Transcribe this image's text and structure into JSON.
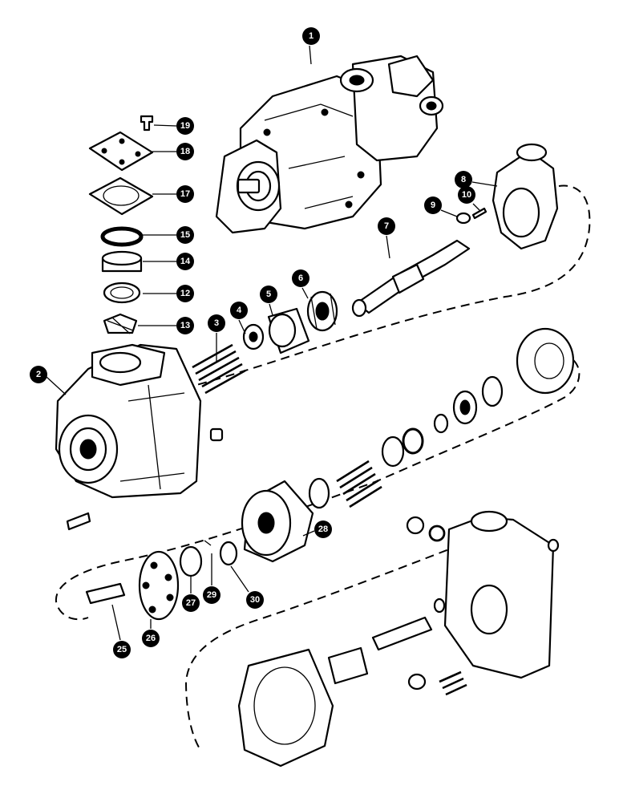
{
  "callouts": [
    "1",
    "2",
    "3",
    "4",
    "5",
    "6",
    "7",
    "8",
    "9",
    "10",
    "12",
    "13",
    "14",
    "15",
    "17",
    "18",
    "19",
    "25",
    "26",
    "27",
    "28",
    "29",
    "30"
  ]
}
